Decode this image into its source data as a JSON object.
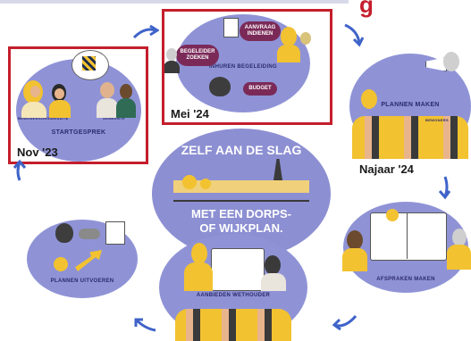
{
  "header": {
    "title_fragment": "g"
  },
  "center": {
    "line1": "ZELF AAN DE SLAG",
    "line2": "MET EEN DORPS-",
    "line3": "OF WIJKPLAN."
  },
  "steps": {
    "startgesprek": {
      "label": "STARTGESPREK",
      "sub_left": "BEWONERSORGANISATIE",
      "sub_right": "GEMEENTE",
      "date": "Nov '23"
    },
    "inhuren": {
      "label": "INHUREN BEGELEIDING",
      "pill_left": "BEGELEIDER ZOEKEN",
      "pill_top": "AANVRAAG INDIENEN",
      "pill_bottom": "BUDGET",
      "date": "Mei '24"
    },
    "plannen_maken": {
      "label": "PLANNEN MAKEN",
      "sub": "BEWONERS",
      "date": "Najaar '24"
    },
    "afspraken": {
      "label": "AFSPRAKEN MAKEN"
    },
    "wethouder": {
      "label": "AANBIEDEN WETHOUDER"
    },
    "uitvoeren": {
      "label": "PLANNEN UITVOEREN"
    }
  },
  "colors": {
    "circle": "#8f93d6",
    "highlight": "#c41e2c",
    "pill": "#7b2a58",
    "yellow": "#f2c230",
    "arrow": "#3f63c9"
  }
}
